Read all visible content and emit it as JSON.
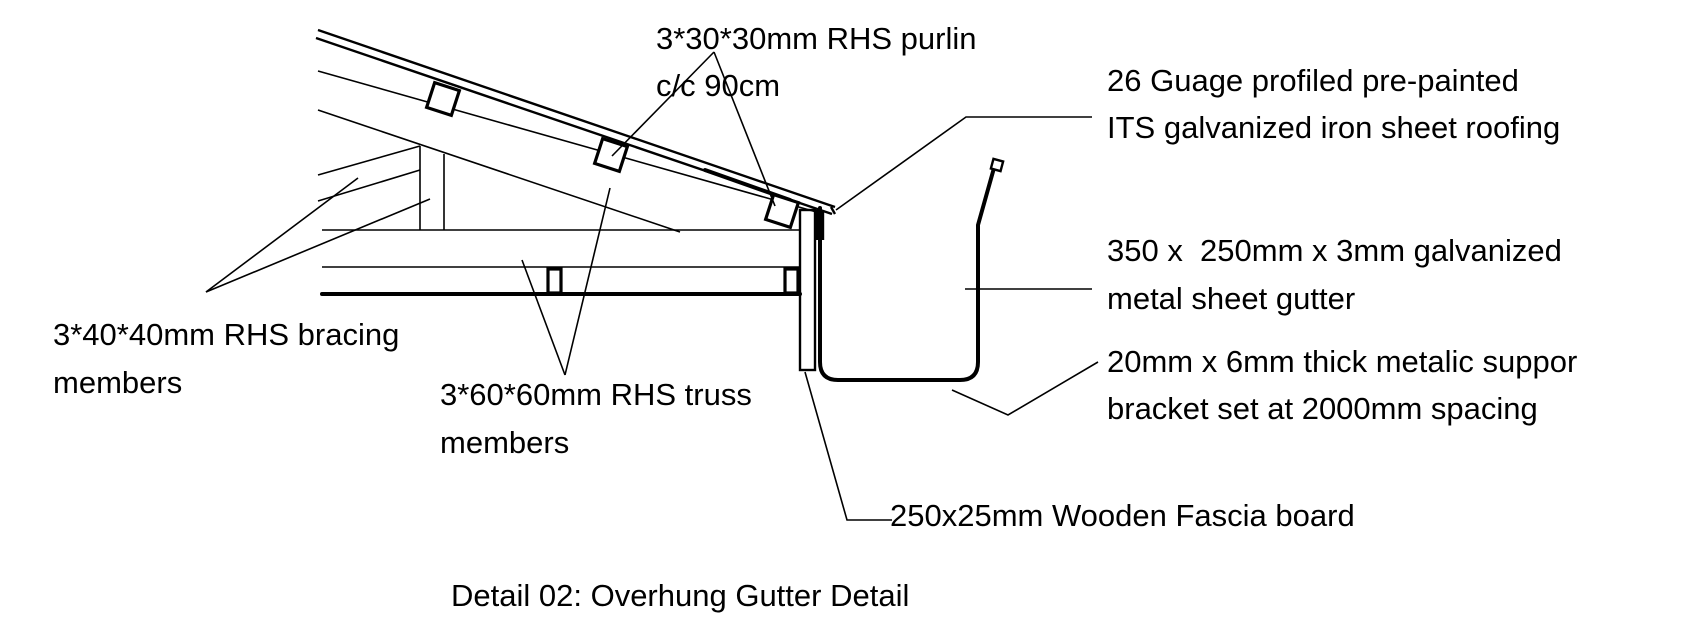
{
  "caption": "Detail 02: Overhung Gutter Detail",
  "labels": {
    "purlin": [
      "3*30*30mm RHS purlin",
      "c/c 90cm"
    ],
    "roofing": [
      "26 Guage profiled pre-painted",
      "ITS galvanized iron sheet roofing"
    ],
    "gutter": [
      "350 x  250mm x 3mm galvanized",
      "metal sheet gutter"
    ],
    "bracket": [
      "20mm x 6mm thick metalic suppor",
      "bracket set at 2000mm spacing"
    ],
    "bracing": [
      "3*40*40mm RHS bracing",
      "members"
    ],
    "truss": [
      "3*60*60mm RHS truss",
      "members"
    ],
    "fascia": [
      "250x25mm Wooden Fascia board"
    ]
  },
  "colors": {
    "ink": "#000000",
    "paper": "#ffffff"
  }
}
